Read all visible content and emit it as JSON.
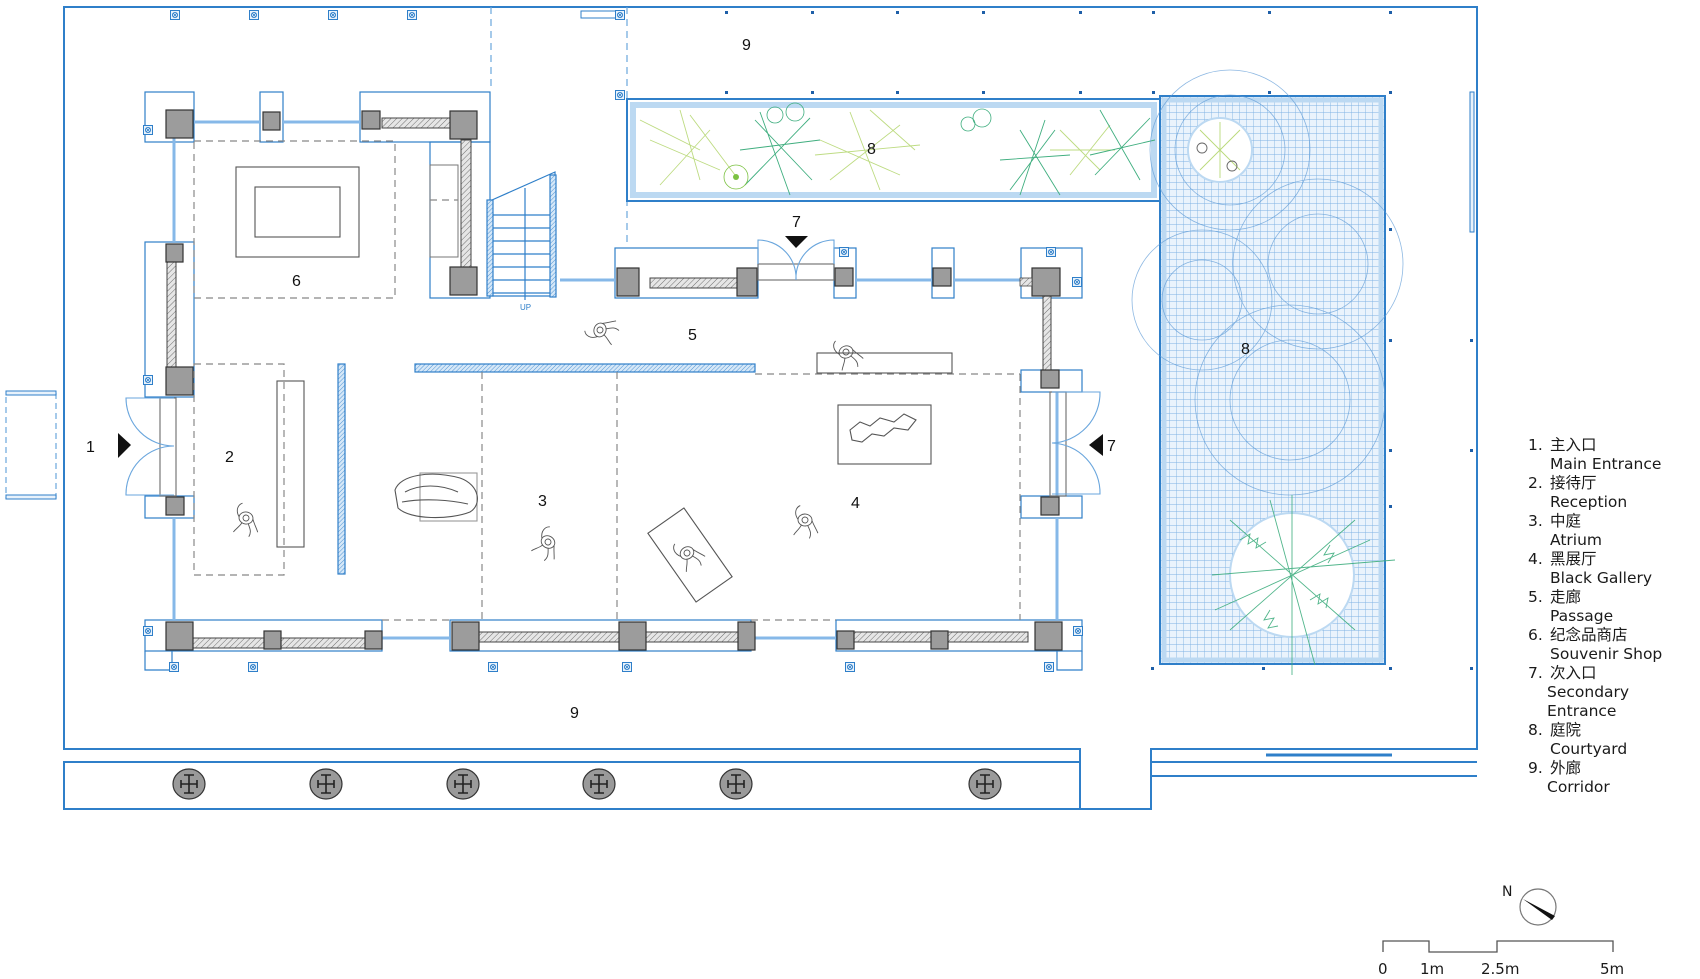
{
  "colors": {
    "line_blue": "#2f7fc9",
    "light_blue": "#a9cdef",
    "pave_blue": "#bcd9f2",
    "column_gray": "#9c9c9c",
    "green_light": "#b9d97a",
    "green_dark": "#3fae7f"
  },
  "room_labels": {
    "r1": "1",
    "r2": "2",
    "r3": "3",
    "r4": "4",
    "r5": "5",
    "r6": "6",
    "r7_top": "7",
    "r7_right": "7",
    "r8_planter": "8",
    "r8_courtyard": "8",
    "r9_top": "9",
    "r9_bottom": "9"
  },
  "stair_label": "UP",
  "legend": {
    "items": [
      {
        "num": "1.",
        "zh": "主入口",
        "en": "Main Entrance"
      },
      {
        "num": "2.",
        "zh": "接待厅",
        "en": "Reception"
      },
      {
        "num": "3.",
        "zh": "中庭",
        "en": "Atrium"
      },
      {
        "num": "4.",
        "zh": "黑展厅",
        "en": "Black Gallery"
      },
      {
        "num": "5.",
        "zh": "走廊",
        "en": "Passage"
      },
      {
        "num": "6.",
        "zh": "纪念品商店",
        "en": "Souvenir Shop"
      },
      {
        "num": "7.",
        "zh": "次入口",
        "en": "Secondary Entrance"
      },
      {
        "num": "8.",
        "zh": "庭院",
        "en": "Courtyard"
      },
      {
        "num": "9.",
        "zh": "外廊",
        "en": "Corridor"
      }
    ]
  },
  "north_arrow": {
    "label": "N"
  },
  "scale_bar": {
    "ticks": [
      "0",
      "1m",
      "2.5m",
      "5m"
    ]
  }
}
